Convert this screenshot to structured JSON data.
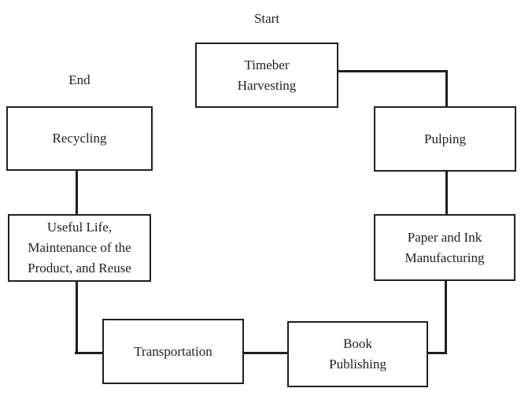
{
  "colors": {
    "background": "#ffffff",
    "line": "#1f1f1f",
    "text": "#1f1f1f"
  },
  "labels": {
    "start": "Start",
    "end": "End"
  },
  "nodes": {
    "timber": {
      "lines": [
        "Timeber",
        "Harvesting"
      ]
    },
    "pulping": {
      "lines": [
        "Pulping"
      ]
    },
    "paper_ink": {
      "lines": [
        "Paper and Ink",
        "Manufacturing"
      ]
    },
    "book": {
      "lines": [
        "Book",
        "Publishing"
      ]
    },
    "transport": {
      "lines": [
        "Transportation"
      ]
    },
    "useful": {
      "lines": [
        "Useful Life,",
        "Maintenance of the",
        "Product, and Reuse"
      ]
    },
    "recycling": {
      "lines": [
        "Recycling"
      ]
    }
  },
  "edges": [
    {
      "from": "Timeber Harvesting",
      "to": "Pulping"
    },
    {
      "from": "Pulping",
      "to": "Paper and Ink Manufacturing"
    },
    {
      "from": "Paper and Ink Manufacturing",
      "to": "Book Publishing"
    },
    {
      "from": "Book Publishing",
      "to": "Transportation"
    },
    {
      "from": "Transportation",
      "to": "Useful Life, Maintenance of the Product, and Reuse"
    },
    {
      "from": "Useful Life, Maintenance of the Product, and Reuse",
      "to": "Recycling"
    }
  ]
}
